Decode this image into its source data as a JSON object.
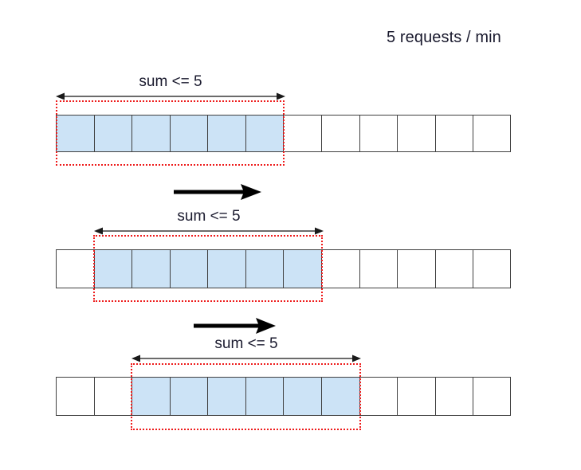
{
  "diagram": {
    "type": "sliding-window-rate-limiter",
    "title": "5 requests / min",
    "background_color": "#ffffff",
    "window_fill_color": "#cce3f6",
    "window_border_color": "#ee1c1c",
    "cell_border_color": "#404040",
    "text_color": "#1a1a2e",
    "cells_per_row": 12,
    "window_size_cells": 6,
    "rows": [
      {
        "id": "row-1",
        "label": "sum <= 5",
        "window_start_index": 0,
        "window_end_index": 5,
        "cells": [
          {
            "index": 0,
            "state": "in-window"
          },
          {
            "index": 1,
            "state": "in-window"
          },
          {
            "index": 2,
            "state": "in-window"
          },
          {
            "index": 3,
            "state": "in-window"
          },
          {
            "index": 4,
            "state": "in-window"
          },
          {
            "index": 5,
            "state": "in-window"
          },
          {
            "index": 6,
            "state": "empty"
          },
          {
            "index": 7,
            "state": "empty"
          },
          {
            "index": 8,
            "state": "empty"
          },
          {
            "index": 9,
            "state": "empty"
          },
          {
            "index": 10,
            "state": "empty"
          },
          {
            "index": 11,
            "state": "empty"
          }
        ]
      },
      {
        "id": "row-2",
        "label": "sum <= 5",
        "window_start_index": 1,
        "window_end_index": 6,
        "cells": [
          {
            "index": 0,
            "state": "empty"
          },
          {
            "index": 1,
            "state": "in-window"
          },
          {
            "index": 2,
            "state": "in-window"
          },
          {
            "index": 3,
            "state": "in-window"
          },
          {
            "index": 4,
            "state": "in-window"
          },
          {
            "index": 5,
            "state": "in-window"
          },
          {
            "index": 6,
            "state": "in-window"
          },
          {
            "index": 7,
            "state": "empty"
          },
          {
            "index": 8,
            "state": "empty"
          },
          {
            "index": 9,
            "state": "empty"
          },
          {
            "index": 10,
            "state": "empty"
          },
          {
            "index": 11,
            "state": "empty"
          }
        ]
      },
      {
        "id": "row-3",
        "label": "sum <= 5",
        "window_start_index": 2,
        "window_end_index": 7,
        "cells": [
          {
            "index": 0,
            "state": "empty"
          },
          {
            "index": 1,
            "state": "empty"
          },
          {
            "index": 2,
            "state": "in-window"
          },
          {
            "index": 3,
            "state": "in-window"
          },
          {
            "index": 4,
            "state": "in-window"
          },
          {
            "index": 5,
            "state": "in-window"
          },
          {
            "index": 6,
            "state": "in-window"
          },
          {
            "index": 7,
            "state": "in-window"
          },
          {
            "index": 8,
            "state": "empty"
          },
          {
            "index": 9,
            "state": "empty"
          },
          {
            "index": 10,
            "state": "empty"
          },
          {
            "index": 11,
            "state": "empty"
          }
        ]
      }
    ],
    "step_arrows": [
      {
        "id": "step-arrow-1",
        "from_row": "row-1",
        "to_row": "row-2",
        "direction": "right"
      },
      {
        "id": "step-arrow-2",
        "from_row": "row-2",
        "to_row": "row-3",
        "direction": "right"
      }
    ]
  }
}
